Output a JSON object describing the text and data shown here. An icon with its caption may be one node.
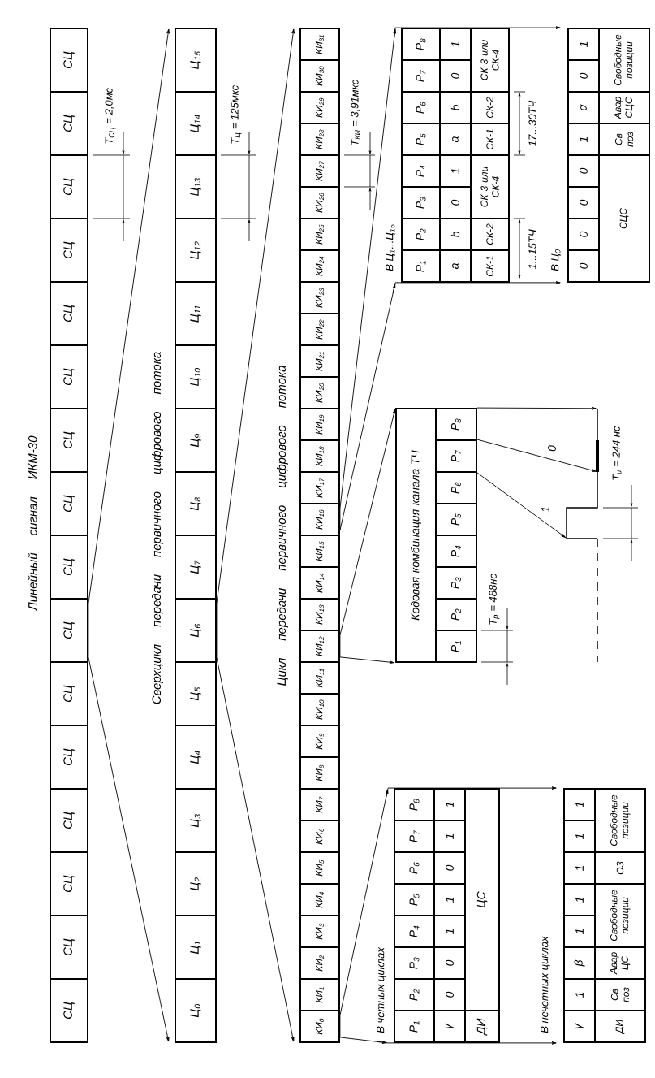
{
  "diagram": {
    "nodes": [
      {
        "text": [
          "Линейный сигнал ИКМ-30"
        ]
      },
      {
        "text": [
          "СЦ"
        ],
        "in": 0
      },
      {
        "text": [
          "СЦ"
        ],
        "in": 0
      },
      {
        "text": [
          "СЦ"
        ],
        "in": 0
      },
      {
        "text": [
          "СЦ"
        ],
        "in": 0
      },
      {
        "text": [
          "СЦ"
        ],
        "in": 0
      },
      {
        "text": [
          "СЦ"
        ],
        "in": 0
      },
      {
        "text": [
          "СЦ"
        ],
        "in": 0
      },
      {
        "text": [
          "СЦ"
        ],
        "in": 0
      },
      {
        "text": [
          "СЦ"
        ],
        "in": 0
      },
      {
        "text": [
          "СЦ"
        ],
        "in": 0
      },
      {
        "text": [
          "СЦ"
        ],
        "in": 0
      },
      {
        "text": [
          "СЦ"
        ],
        "in": 0
      },
      {
        "text": [
          "СЦ"
        ],
        "in": 0
      },
      {
        "text": [
          "СЦ"
        ],
        "in": 0
      },
      {
        "text": [
          "СЦ"
        ],
        "in": 0
      },
      {
        "text": [
          "СЦ"
        ],
        "in": 0
      },
      {
        "text": [
          "Сверхцикл передачи первичного цифрового потока"
        ]
      },
      {
        "text": [
          "Ц$_{0}$"
        ],
        "in": 17
      },
      {
        "text": [
          "Ц$_{1}$"
        ],
        "in": 17
      },
      {
        "text": [
          "Ц$_{2}$"
        ],
        "in": 17
      },
      {
        "text": [
          "Ц$_{3}$"
        ],
        "in": 17
      },
      {
        "text": [
          "Ц$_{4}$"
        ],
        "in": 17
      },
      {
        "text": [
          "Ц$_{5}$"
        ],
        "in": 17
      },
      {
        "text": [
          "Ц$_{6}$"
        ],
        "in": 17
      },
      {
        "text": [
          "Ц$_{7}$"
        ],
        "in": 17
      },
      {
        "text": [
          "Ц$_{8}$"
        ],
        "in": 17
      },
      {
        "text": [
          "Ц$_{9}$"
        ],
        "in": 17
      },
      {
        "text": [
          "Ц$_{10}$"
        ],
        "in": 17
      },
      {
        "text": [
          "Ц$_{11}$"
        ],
        "in": 17
      },
      {
        "text": [
          "Ц$_{12}$"
        ],
        "in": 17
      },
      {
        "text": [
          "Ц$_{13}$"
        ],
        "in": 17
      },
      {
        "text": [
          "Ц$_{14}$"
        ],
        "in": 17
      },
      {
        "text": [
          "Ц$_{15}$"
        ],
        "in": 17
      },
      {
        "text": [
          "Цикл передачи первичного цифрового потока"
        ]
      },
      {
        "text": [
          "КИ$_{0}$"
        ],
        "in": 34
      },
      {
        "text": [
          "КИ$_{1}$"
        ],
        "in": 34
      },
      {
        "text": [
          "КИ$_{2}$"
        ],
        "in": 34
      },
      {
        "text": [
          "КИ$_{3}$"
        ],
        "in": 34
      },
      {
        "text": [
          "КИ$_{4}$"
        ],
        "in": 34
      },
      {
        "text": [
          "КИ$_{5}$"
        ],
        "in": 34
      },
      {
        "text": [
          "КИ$_{6}$"
        ],
        "in": 34
      },
      {
        "text": [
          "КИ$_{7}$"
        ],
        "in": 34
      },
      {
        "text": [
          "КИ$_{8}$"
        ],
        "in": 34
      },
      {
        "text": [
          "КИ$_{9}$"
        ],
        "in": 34
      },
      {
        "text": [
          "КИ$_{10}$"
        ],
        "in": 34
      },
      {
        "text": [
          "КИ$_{11}$"
        ],
        "in": 34
      },
      {
        "text": [
          "КИ$_{12}$"
        ],
        "in": 34
      },
      {
        "text": [
          "КИ$_{13}$"
        ],
        "in": 34
      },
      {
        "text": [
          "КИ$_{14}$"
        ],
        "in": 34
      },
      {
        "text": [
          "КИ$_{15}$"
        ],
        "in": 34
      },
      {
        "text": [
          "КИ$_{16}$"
        ],
        "in": 34
      },
      {
        "text": [
          "КИ$_{17}$"
        ],
        "in": 34
      },
      {
        "text": [
          "КИ$_{18}$"
        ],
        "in": 34
      },
      {
        "text": [
          "КИ$_{19}$"
        ],
        "in": 34
      },
      {
        "text": [
          "КИ$_{20}$"
        ],
        "in": 34
      },
      {
        "text": [
          "КИ$_{21}$"
        ],
        "in": 34
      },
      {
        "text": [
          "КИ$_{22}$"
        ],
        "in": 34
      },
      {
        "text": [
          "КИ$_{23}$"
        ],
        "in": 34
      },
      {
        "text": [
          "КИ$_{24}$"
        ],
        "in": 34
      },
      {
        "text": [
          "КИ$_{25}$"
        ],
        "in": 34
      },
      {
        "text": [
          "КИ$_{26}$"
        ],
        "in": 34
      },
      {
        "text": [
          "КИ$_{27}$"
        ],
        "in": 34
      },
      {
        "text": [
          "КИ$_{28}$"
        ],
        "in": 34
      },
      {
        "text": [
          "КИ$_{29}$"
        ],
        "in": 34
      },
      {
        "text": [
          "КИ$_{30}$"
        ],
        "in": 34
      },
      {
        "text": [
          "КИ$_{31}$"
        ],
        "in": 34
      },
      {
        "text": [
          "В четных циклах"
        ]
      },
      {
        "text": [
          "Р$_{1}$"
        ],
        "in": 67
      },
      {
        "text": [
          "Р$_{2}$"
        ],
        "in": 67
      },
      {
        "text": [
          "Р$_{3}$"
        ],
        "in": 67
      },
      {
        "text": [
          "Р$_{4}$"
        ],
        "in": 67
      },
      {
        "text": [
          "Р$_{5}$"
        ],
        "in": 67
      },
      {
        "text": [
          "Р$_{6}$"
        ],
        "in": 67
      },
      {
        "text": [
          "Р$_{7}$"
        ],
        "in": 67
      },
      {
        "text": [
          "Р$_{8}$"
        ],
        "in": 67
      },
      {
        "text": [
          "γ"
        ],
        "in": 67
      },
      {
        "text": [
          "0"
        ],
        "in": 67
      },
      {
        "text": [
          "0"
        ],
        "in": 67
      },
      {
        "text": [
          "1"
        ],
        "in": 67
      },
      {
        "text": [
          "1"
        ],
        "in": 67
      },
      {
        "text": [
          "0"
        ],
        "in": 67
      },
      {
        "text": [
          "1"
        ],
        "in": 67
      },
      {
        "text": [
          "1"
        ],
        "in": 67
      },
      {
        "text": [
          "ДИ"
        ],
        "in": 67
      },
      {
        "text": [
          "ЦС"
        ],
        "in": 67
      },
      {
        "text": [
          "В нечетных циклах"
        ]
      },
      {
        "text": [
          "γ"
        ],
        "in": 86
      },
      {
        "text": [
          "1"
        ],
        "in": 86
      },
      {
        "text": [
          "β"
        ],
        "in": 86
      },
      {
        "text": [
          "1"
        ],
        "in": 86
      },
      {
        "text": [
          "1"
        ],
        "in": 86
      },
      {
        "text": [
          "1"
        ],
        "in": 86
      },
      {
        "text": [
          "1"
        ],
        "in": 86
      },
      {
        "text": [
          "1"
        ],
        "in": 86
      },
      {
        "text": [
          "ДИ"
        ],
        "in": 86
      },
      {
        "text": [
          "Св поз"
        ],
        "in": 86
      },
      {
        "text": [
          "Авар ЦС"
        ],
        "in": 86
      },
      {
        "text": [
          "Свободные позиции"
        ],
        "in": 86
      },
      {
        "text": [
          "ОЗ"
        ],
        "in": 86
      },
      {
        "text": [
          "Свободные позиции"
        ],
        "in": 86
      },
      {
        "text": [
          "Кодовая комбинация канала ТЧ"
        ]
      },
      {
        "text": [
          "Р$_{1}$"
        ],
        "in": 101
      },
      {
        "text": [
          "Р$_{2}$"
        ],
        "in": 101
      },
      {
        "text": [
          "Р$_{3}$"
        ],
        "in": 101
      },
      {
        "text": [
          "Р$_{4}$"
        ],
        "in": 101
      },
      {
        "text": [
          "Р$_{5}$"
        ],
        "in": 101
      },
      {
        "text": [
          "Р$_{6}$"
        ],
        "in": 101
      },
      {
        "text": [
          "Р$_{7}$"
        ],
        "in": 101
      },
      {
        "text": [
          "Р$_{8}$"
        ],
        "in": 101
      },
      {
        "text": [],
        "shape": "picture"
      },
      {
        "text": [
          "В Ц$_{1}$...Ц$_{15}$"
        ]
      },
      {
        "text": [
          "Р$_{1}$"
        ],
        "in": 111
      },
      {
        "text": [
          "Р$_{2}$"
        ],
        "in": 111
      },
      {
        "text": [
          "Р$_{3}$"
        ],
        "in": 111
      },
      {
        "text": [
          "Р$_{4}$"
        ],
        "in": 111
      },
      {
        "text": [
          "Р$_{5}$"
        ],
        "in": 111
      },
      {
        "text": [
          "Р$_{6}$"
        ],
        "in": 111
      },
      {
        "text": [
          "Р$_{7}$"
        ],
        "in": 111
      },
      {
        "text": [
          "Р$_{8}$"
        ],
        "in": 111
      },
      {
        "text": [
          "a"
        ],
        "in": 111
      },
      {
        "text": [
          "b"
        ],
        "in": 111
      },
      {
        "text": [
          "0"
        ],
        "in": 111
      },
      {
        "text": [
          "1"
        ],
        "in": 111
      },
      {
        "text": [
          "a"
        ],
        "in": 111
      },
      {
        "text": [
          "b"
        ],
        "in": 111
      },
      {
        "text": [
          "0"
        ],
        "in": 111
      },
      {
        "text": [
          "1"
        ],
        "in": 111
      },
      {
        "text": [
          "СК-1"
        ],
        "in": 111
      },
      {
        "text": [
          "СК-2"
        ],
        "in": 111
      },
      {
        "text": [
          "СК-3 или СК-4"
        ],
        "in": 111
      },
      {
        "text": [
          "СК-1"
        ],
        "in": 111
      },
      {
        "text": [
          "СК-2"
        ],
        "in": 111
      },
      {
        "text": [
          "СК-3 или СК-4"
        ],
        "in": 111
      },
      {
        "text": [
          "В Ц$_{0}$"
        ]
      },
      {
        "text": [
          "0"
        ],
        "in": 134
      },
      {
        "text": [
          "0"
        ],
        "in": 134
      },
      {
        "text": [
          "0"
        ],
        "in": 134
      },
      {
        "text": [
          "0"
        ],
        "in": 134
      },
      {
        "text": [
          "1"
        ],
        "in": 134
      },
      {
        "text": [
          "α"
        ],
        "in": 134
      },
      {
        "text": [
          "0"
        ],
        "in": 134
      },
      {
        "text": [
          "1"
        ],
        "in": 134
      },
      {
        "text": [
          "СЦС"
        ],
        "in": 134
      },
      {
        "text": [
          "Св поз"
        ],
        "in": 134
      },
      {
        "text": [
          "Авар СЦС"
        ],
        "in": 134
      },
      {
        "text": [
          "Свободные позиции"
        ],
        "in": 134
      }
    ],
    "edges": [
      {
        "from": 7,
        "to": 17,
        "arrow": "to"
      },
      {
        "from": 24,
        "to": 34,
        "arrow": "to"
      },
      {
        "from": 35,
        "to": 67,
        "arrow": "to"
      },
      {
        "from": 35,
        "to": 86,
        "arrow": "to"
      },
      {
        "from": 47,
        "to": 101,
        "arrow": "to"
      },
      {
        "from": 101,
        "to": 110,
        "arrow": "to"
      },
      {
        "from": 108,
        "to": 110,
        "arrow": "to",
        "label": "0"
      },
      {
        "from": 108,
        "to": 110,
        "arrow": "to",
        "label": "1"
      },
      {
        "from": 51,
        "to": 111,
        "arrow": "to"
      },
      {
        "from": 51,
        "to": 134,
        "arrow": "to"
      }
    ],
    "labels": [
      "T$_{СЦ}$ = 2,0мс",
      "T$_{Ц}$ = 125мкс",
      "T$_{КИ}$ = 3,91мкс",
      "T$_{р}$ = 488нс",
      "1...15ТЧ",
      "17...30ТЧ",
      "T$_{и}$ = 244 нс"
    ]
  }
}
